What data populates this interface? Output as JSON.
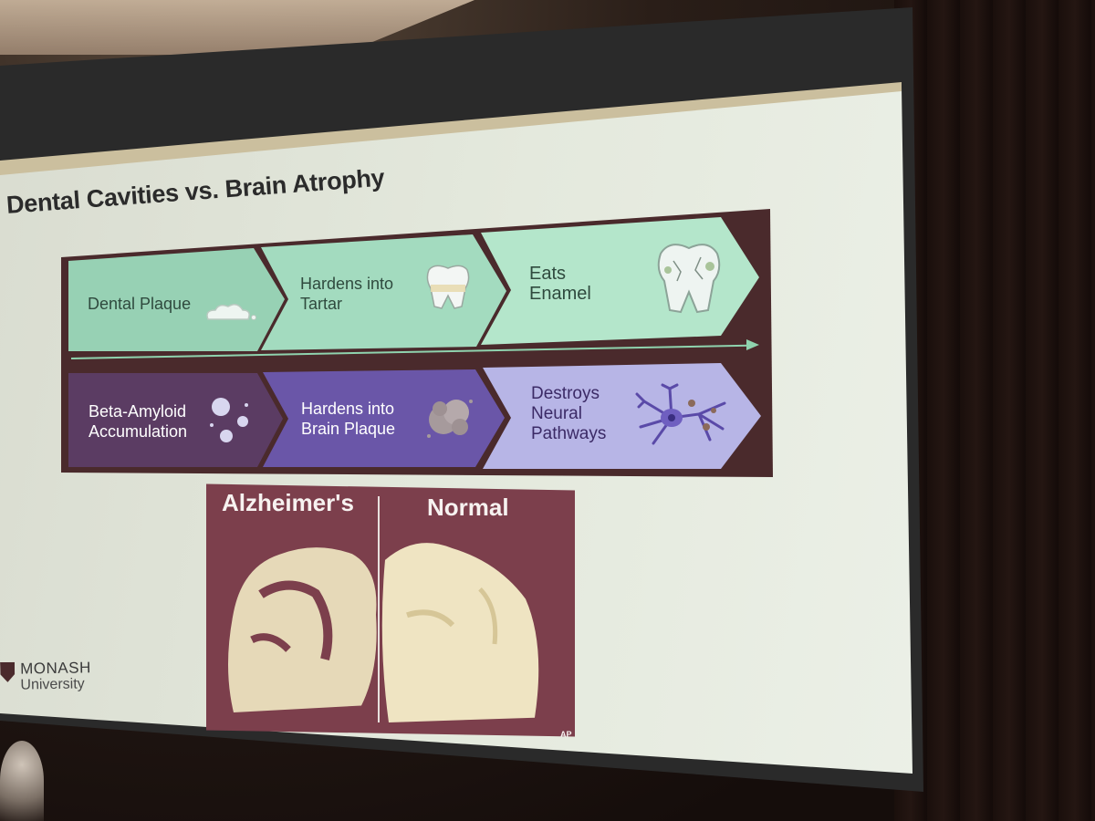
{
  "slide": {
    "title": "Dental Cavities vs. Brain Atrophy",
    "dental_row": [
      {
        "label": "Dental Plaque",
        "icon": "plaque-icon"
      },
      {
        "label_lines": [
          "Hardens into",
          "Tartar"
        ],
        "icon": "tooth-tartar-icon"
      },
      {
        "label_lines": [
          "Eats",
          "Enamel"
        ],
        "icon": "decayed-tooth-icon"
      }
    ],
    "brain_row": [
      {
        "label_lines": [
          "Beta-Amyloid",
          "Accumulation"
        ],
        "icon": "amyloid-particles-icon"
      },
      {
        "label_lines": [
          "Hardens into",
          "Brain Plaque"
        ],
        "icon": "brain-plaque-icon"
      },
      {
        "label_lines": [
          "Destroys",
          "Neural",
          "Pathways"
        ],
        "icon": "neuron-icon"
      }
    ],
    "photo": {
      "left_label": "Alzheimer's",
      "right_label": "Normal",
      "credit": "AP"
    },
    "logo": {
      "name": "MONASH",
      "subname": "University"
    }
  },
  "colors": {
    "panel": "#4a2a2c",
    "dental_chevrons": [
      "#97d1b4",
      "#a3dbbf",
      "#b4e6cb"
    ],
    "brain_chevrons": [
      "#5b3c63",
      "#6a56a8",
      "#b7b5e6"
    ]
  }
}
